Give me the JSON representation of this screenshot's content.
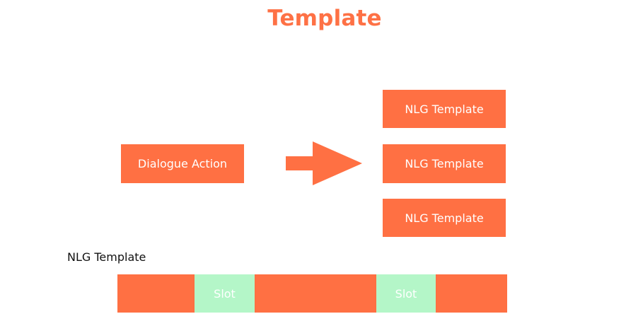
{
  "title": "Template",
  "input": {
    "label": "Dialogue Action"
  },
  "outputs": [
    {
      "label": "NLG Template"
    },
    {
      "label": "NLG Template"
    },
    {
      "label": "NLG Template"
    }
  ],
  "template_structure": {
    "label": "NLG Template",
    "segments": [
      {
        "type": "text",
        "label": ""
      },
      {
        "type": "slot",
        "label": "Slot"
      },
      {
        "type": "text",
        "label": ""
      },
      {
        "type": "slot",
        "label": "Slot"
      },
      {
        "type": "text",
        "label": ""
      }
    ]
  },
  "colors": {
    "accent": "#ff7043",
    "title": "#fe7145",
    "slot": "#b4f6c8",
    "box_text": "#ffffff"
  }
}
